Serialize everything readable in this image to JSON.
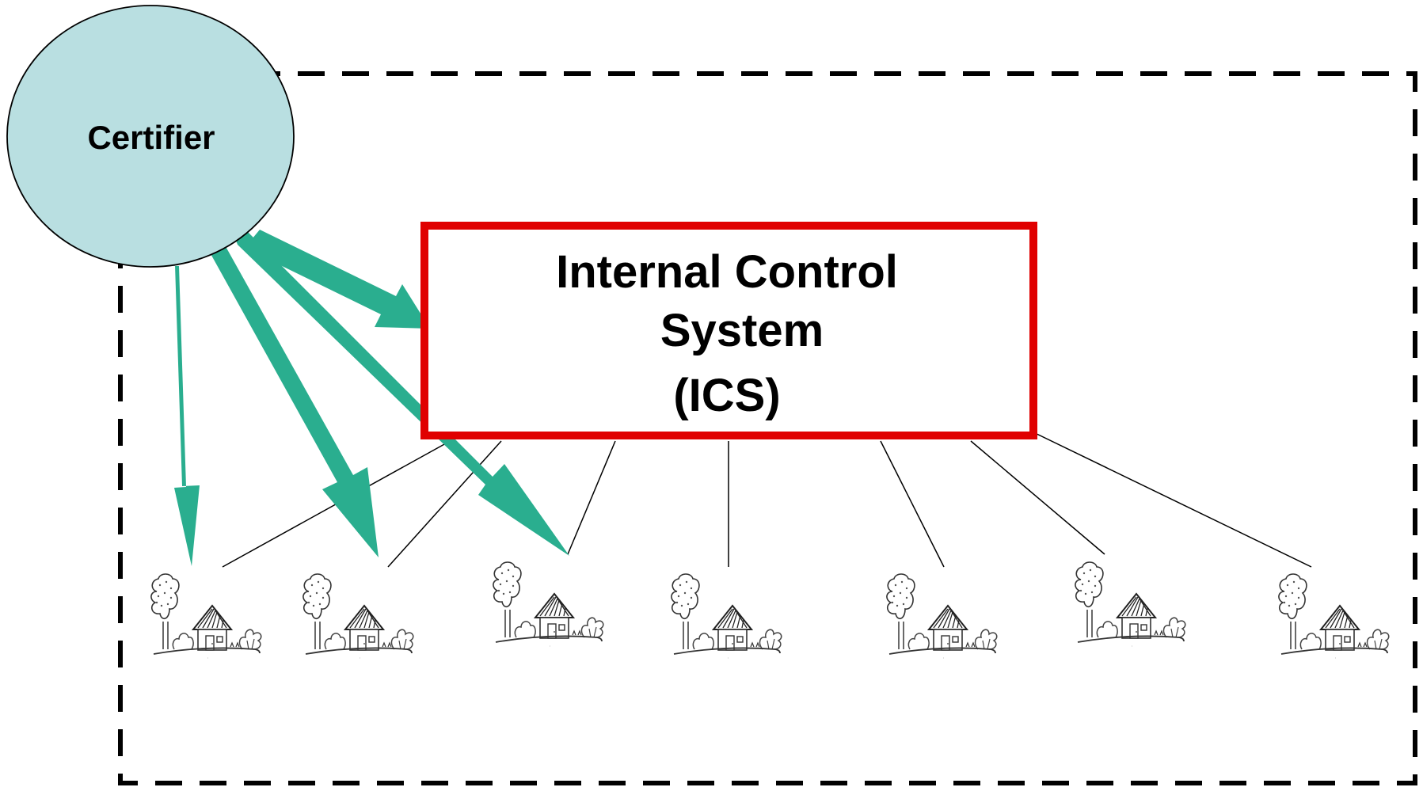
{
  "certifier": {
    "label": "Certifier",
    "fill_color": "#b9dfe1"
  },
  "ics": {
    "title_line1": "Internal Control",
    "title_line2": "System",
    "title_line3": "(ICS)",
    "border_color": "#e00000"
  },
  "arrow_color": "#2aae8f",
  "boundary": {
    "style": "dashed",
    "color": "#000000"
  },
  "farms": [
    {
      "icon": "farm-house-icon"
    },
    {
      "icon": "farm-house-icon"
    },
    {
      "icon": "farm-house-icon"
    },
    {
      "icon": "farm-house-icon"
    },
    {
      "icon": "farm-house-icon"
    },
    {
      "icon": "farm-house-icon"
    },
    {
      "icon": "farm-house-icon"
    }
  ]
}
